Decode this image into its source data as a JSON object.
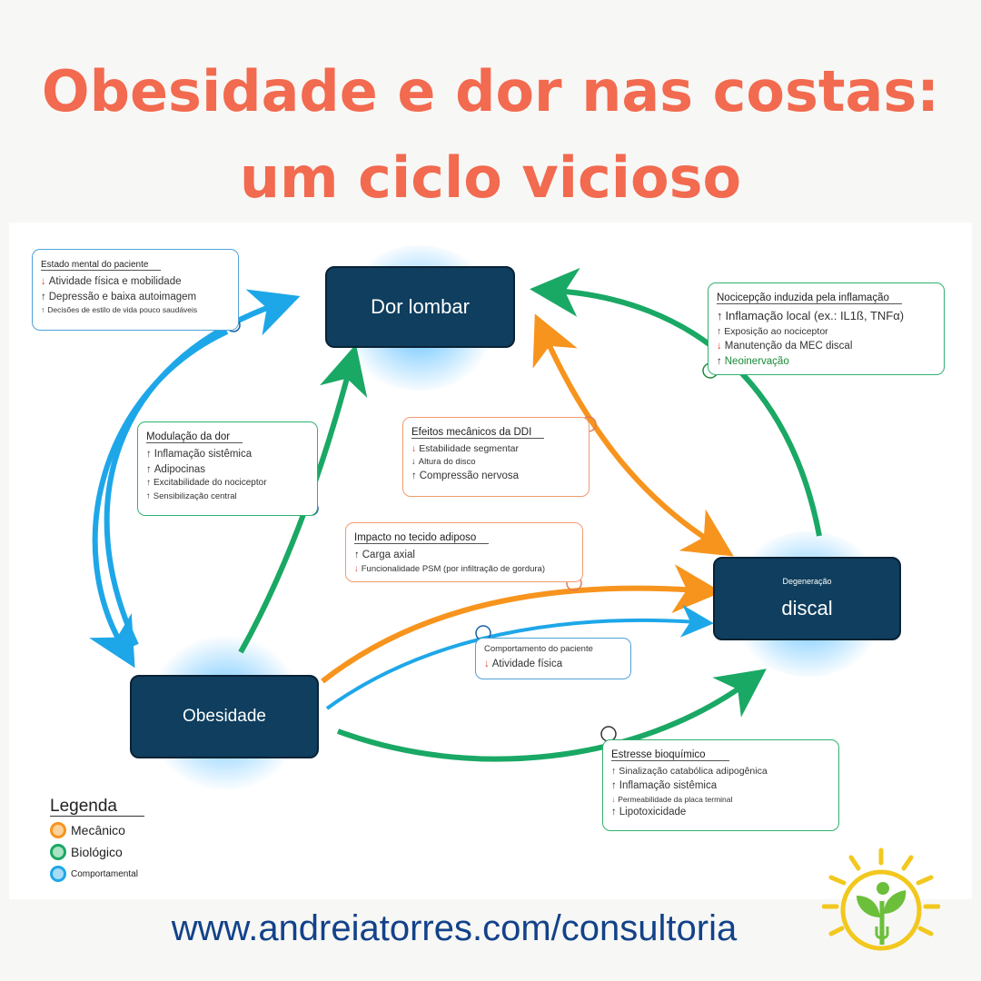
{
  "title": {
    "line1": "Obesidade e dor nas costas:",
    "line2": "um ciclo vicioso"
  },
  "colors": {
    "title": "#f26a4f",
    "mechanical": "#f7941d",
    "biological": "#1aa865",
    "behavioral": "#1ea7e8",
    "node": "#0f3e5e",
    "url": "#13428a"
  },
  "nodes": {
    "dor_lombar": "Dor lombar",
    "obesidade": "Obesidade",
    "degeneracao_small": "Degeneração",
    "degeneracao_main": "discal"
  },
  "boxes": {
    "estado_mental": {
      "header": "Estado mental do paciente",
      "lines": [
        "Atividade física e mobilidade",
        "Depressão e baixa autoimagem",
        "Decisões de estilo de vida pouco saudáveis"
      ]
    },
    "modulacao": {
      "header": "Modulação da dor",
      "lines": [
        "Inflamação sistêmica",
        "Adipocinas",
        "Excitabilidade do nociceptor",
        "Sensibilização central"
      ]
    },
    "efeitos": {
      "header": "Efeitos mecânicos da DDI",
      "lines": [
        "Estabilidade segmentar",
        "Altura do disco",
        "Compressão nervosa"
      ]
    },
    "nocicepcao": {
      "header": "Nocicepção induzida pela inflamação",
      "lines": [
        "Inflamação local (ex.: IL1ß, TNFα)",
        "Exposição ao nociceptor",
        "Manutenção da MEC discal",
        "Neoinervação"
      ]
    },
    "impacto": {
      "header": "Impacto no tecido adiposo",
      "lines": [
        "Carga axial",
        "Funcionalidade PSM (por infiltração de gordura)"
      ]
    },
    "comportamento": {
      "header": "Comportamento do paciente",
      "lines": [
        "Atividade física"
      ]
    },
    "estresse": {
      "header": "Estresse bioquímico",
      "lines": [
        "Sinalização catabólica adipogênica",
        "Inflamação sistêmica",
        "Permeabilidade da placa terminal",
        "Lipotoxicidade"
      ]
    }
  },
  "legend": {
    "title": "Legenda",
    "items": [
      {
        "label": "Mecânico",
        "color": "#f7941d"
      },
      {
        "label": "Biológico",
        "color": "#1aa865"
      },
      {
        "label": "Comportamental",
        "color": "#1ea7e8"
      }
    ]
  },
  "url": "www.andreiatorres.com/consultoria",
  "logo": {
    "icon": "sprout-fork-sun-logo"
  }
}
